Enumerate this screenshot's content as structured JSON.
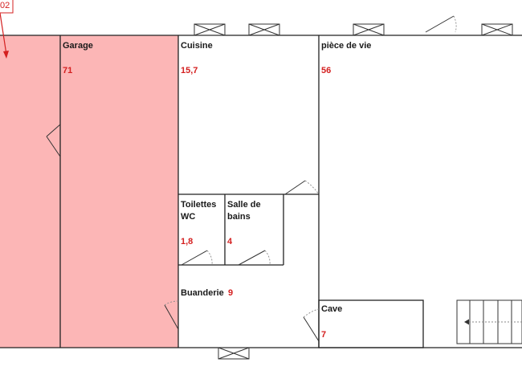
{
  "rooms": {
    "garage": {
      "name": "Garage",
      "area": "71"
    },
    "cuisine": {
      "name": "Cuisine",
      "area": "15,7"
    },
    "piece_de_vie": {
      "name": "pièce de vie",
      "area": "56"
    },
    "toilettes": {
      "name_line1": "Toilettes",
      "name_line2": "WC",
      "area": "1,8"
    },
    "salle_de_bains": {
      "name_line1": "Salle de",
      "name_line2": "bains",
      "area": "4"
    },
    "buanderie": {
      "name": "Buanderie",
      "area": "9"
    },
    "cave": {
      "name": "Cave",
      "area": "7"
    }
  },
  "callout": {
    "label": "02"
  },
  "colors": {
    "highlight_fill": "#fcb6b6",
    "wall": "#222222",
    "area_text": "#d42020"
  }
}
